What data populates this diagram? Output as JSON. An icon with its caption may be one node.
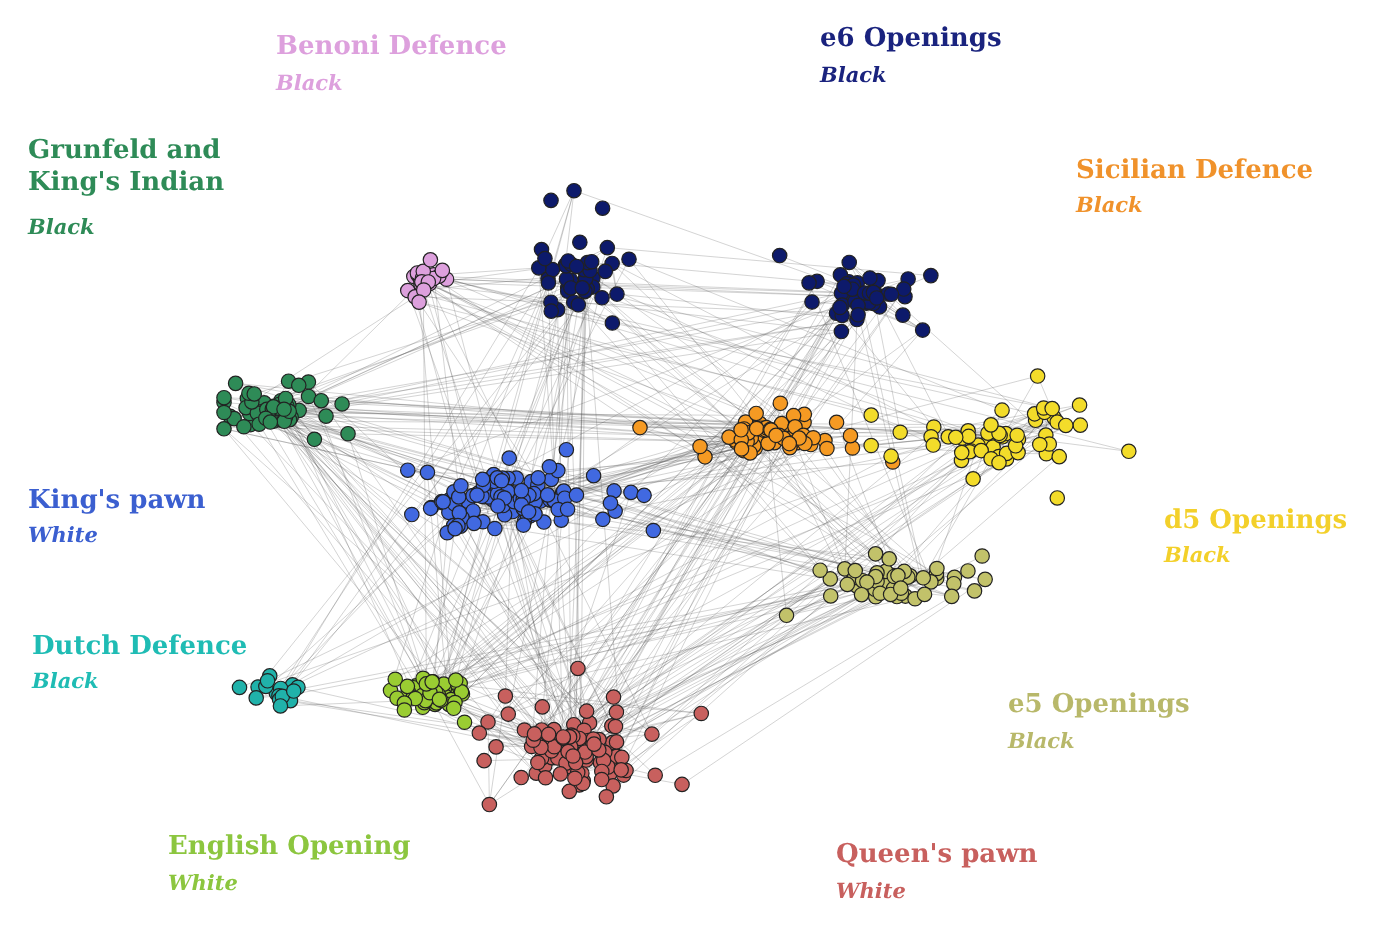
{
  "diagram": {
    "labels": [
      "Benoni Defence",
      "Black",
      "e6 Openings",
      "Black",
      "Grunfeld and King's Indian",
      "Black",
      "Sicilian Defence",
      "Black",
      "King's pawn",
      "White",
      "d5 Openings",
      "Black",
      "Dutch Defence",
      "Black",
      "e5 Openings",
      "Black",
      "English Opening",
      "White",
      "Queen's pawn",
      "White"
    ]
  }
}
